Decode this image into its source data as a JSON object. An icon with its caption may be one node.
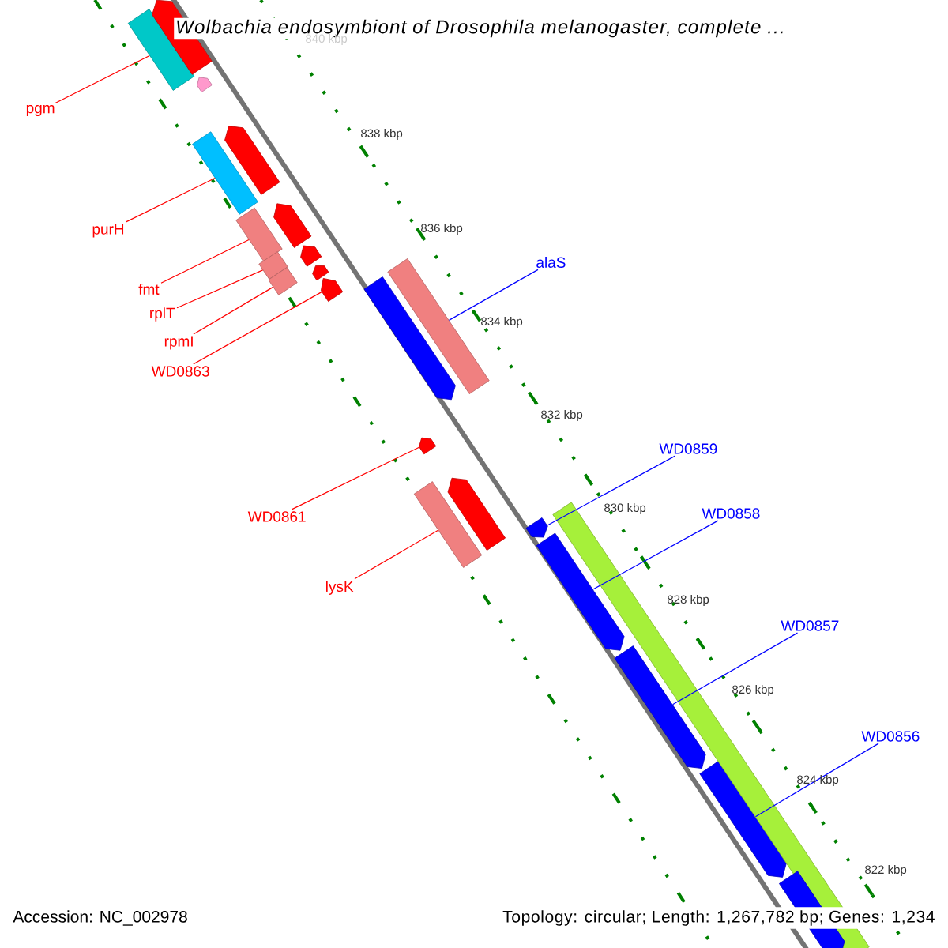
{
  "diagram": {
    "title": "Wolbachia endosymbiont of Drosophila melanogaster, complete ...",
    "nodes": [
      {
        "text": [
          "pgm"
        ]
      },
      {
        "text": [],
        "shape": "bar"
      },
      {
        "text": [
          "purH"
        ]
      },
      {
        "text": [],
        "shape": "bar"
      },
      {
        "text": [
          "fmt"
        ]
      },
      {
        "text": [],
        "shape": "bar"
      },
      {
        "text": [
          "rplT"
        ]
      },
      {
        "text": [],
        "shape": "bar"
      },
      {
        "text": [
          "rpmI"
        ]
      },
      {
        "text": [],
        "shape": "bar"
      },
      {
        "text": [
          "WD0863"
        ]
      },
      {
        "text": [],
        "shape": "bar"
      },
      {
        "text": [
          "alaS"
        ]
      },
      {
        "text": [],
        "shape": "bar"
      },
      {
        "text": [
          "WD0861"
        ]
      },
      {
        "text": [],
        "shape": "bar"
      },
      {
        "text": [
          "lysK"
        ]
      },
      {
        "text": [],
        "shape": "bar"
      },
      {
        "text": [
          "WD0859"
        ]
      },
      {
        "text": [],
        "shape": "bar"
      },
      {
        "text": [
          "WD0858"
        ]
      },
      {
        "text": [],
        "shape": "bar"
      },
      {
        "text": [
          "WD0857"
        ]
      },
      {
        "text": [],
        "shape": "bar"
      },
      {
        "text": [
          "WD0856"
        ]
      },
      {
        "text": [],
        "shape": "bar"
      },
      {
        "text": [],
        "shape": "bar"
      },
      {
        "text": [],
        "shape": "bar"
      },
      {
        "text": [],
        "shape": "bar"
      },
      {
        "text": [],
        "shape": "bar"
      },
      {
        "text": [],
        "shape": "bar"
      },
      {
        "text": [],
        "shape": "bar"
      },
      {
        "text": [],
        "shape": "bar"
      },
      {
        "text": [],
        "shape": "bar"
      },
      {
        "text": [],
        "shape": "bar"
      },
      {
        "text": [],
        "shape": "bar"
      }
    ],
    "edges": [
      {
        "from": 0,
        "to": 1,
        "arrow": "none"
      },
      {
        "from": 2,
        "to": 3,
        "arrow": "none"
      },
      {
        "from": 4,
        "to": 5,
        "arrow": "none"
      },
      {
        "from": 6,
        "to": 7,
        "arrow": "none"
      },
      {
        "from": 8,
        "to": 9,
        "arrow": "none"
      },
      {
        "from": 10,
        "to": 11,
        "arrow": "none"
      },
      {
        "from": 12,
        "to": 13,
        "arrow": "none",
        "color": "#0000ff"
      },
      {
        "from": 14,
        "to": 15,
        "arrow": "none"
      },
      {
        "from": 16,
        "to": 17,
        "arrow": "none"
      },
      {
        "from": 18,
        "to": 19,
        "arrow": "none",
        "color": "#0000ff"
      },
      {
        "from": 20,
        "to": 21,
        "arrow": "none",
        "color": "#0000ff"
      },
      {
        "from": 22,
        "to": 23,
        "arrow": "none",
        "color": "#0000ff"
      },
      {
        "from": 24,
        "to": 25,
        "arrow": "none",
        "color": "#0000ff"
      }
    ],
    "labels": [
      "840 kbp",
      "838 kbp",
      "836 kbp",
      "834 kbp",
      "832 kbp",
      "830 kbp",
      "828 kbp",
      "826 kbp",
      "824 kbp",
      "822 kbp",
      "Accession: NC_002978",
      "Topology: circular; Length: 1,267,782 bp; Genes: 1,234"
    ]
  }
}
